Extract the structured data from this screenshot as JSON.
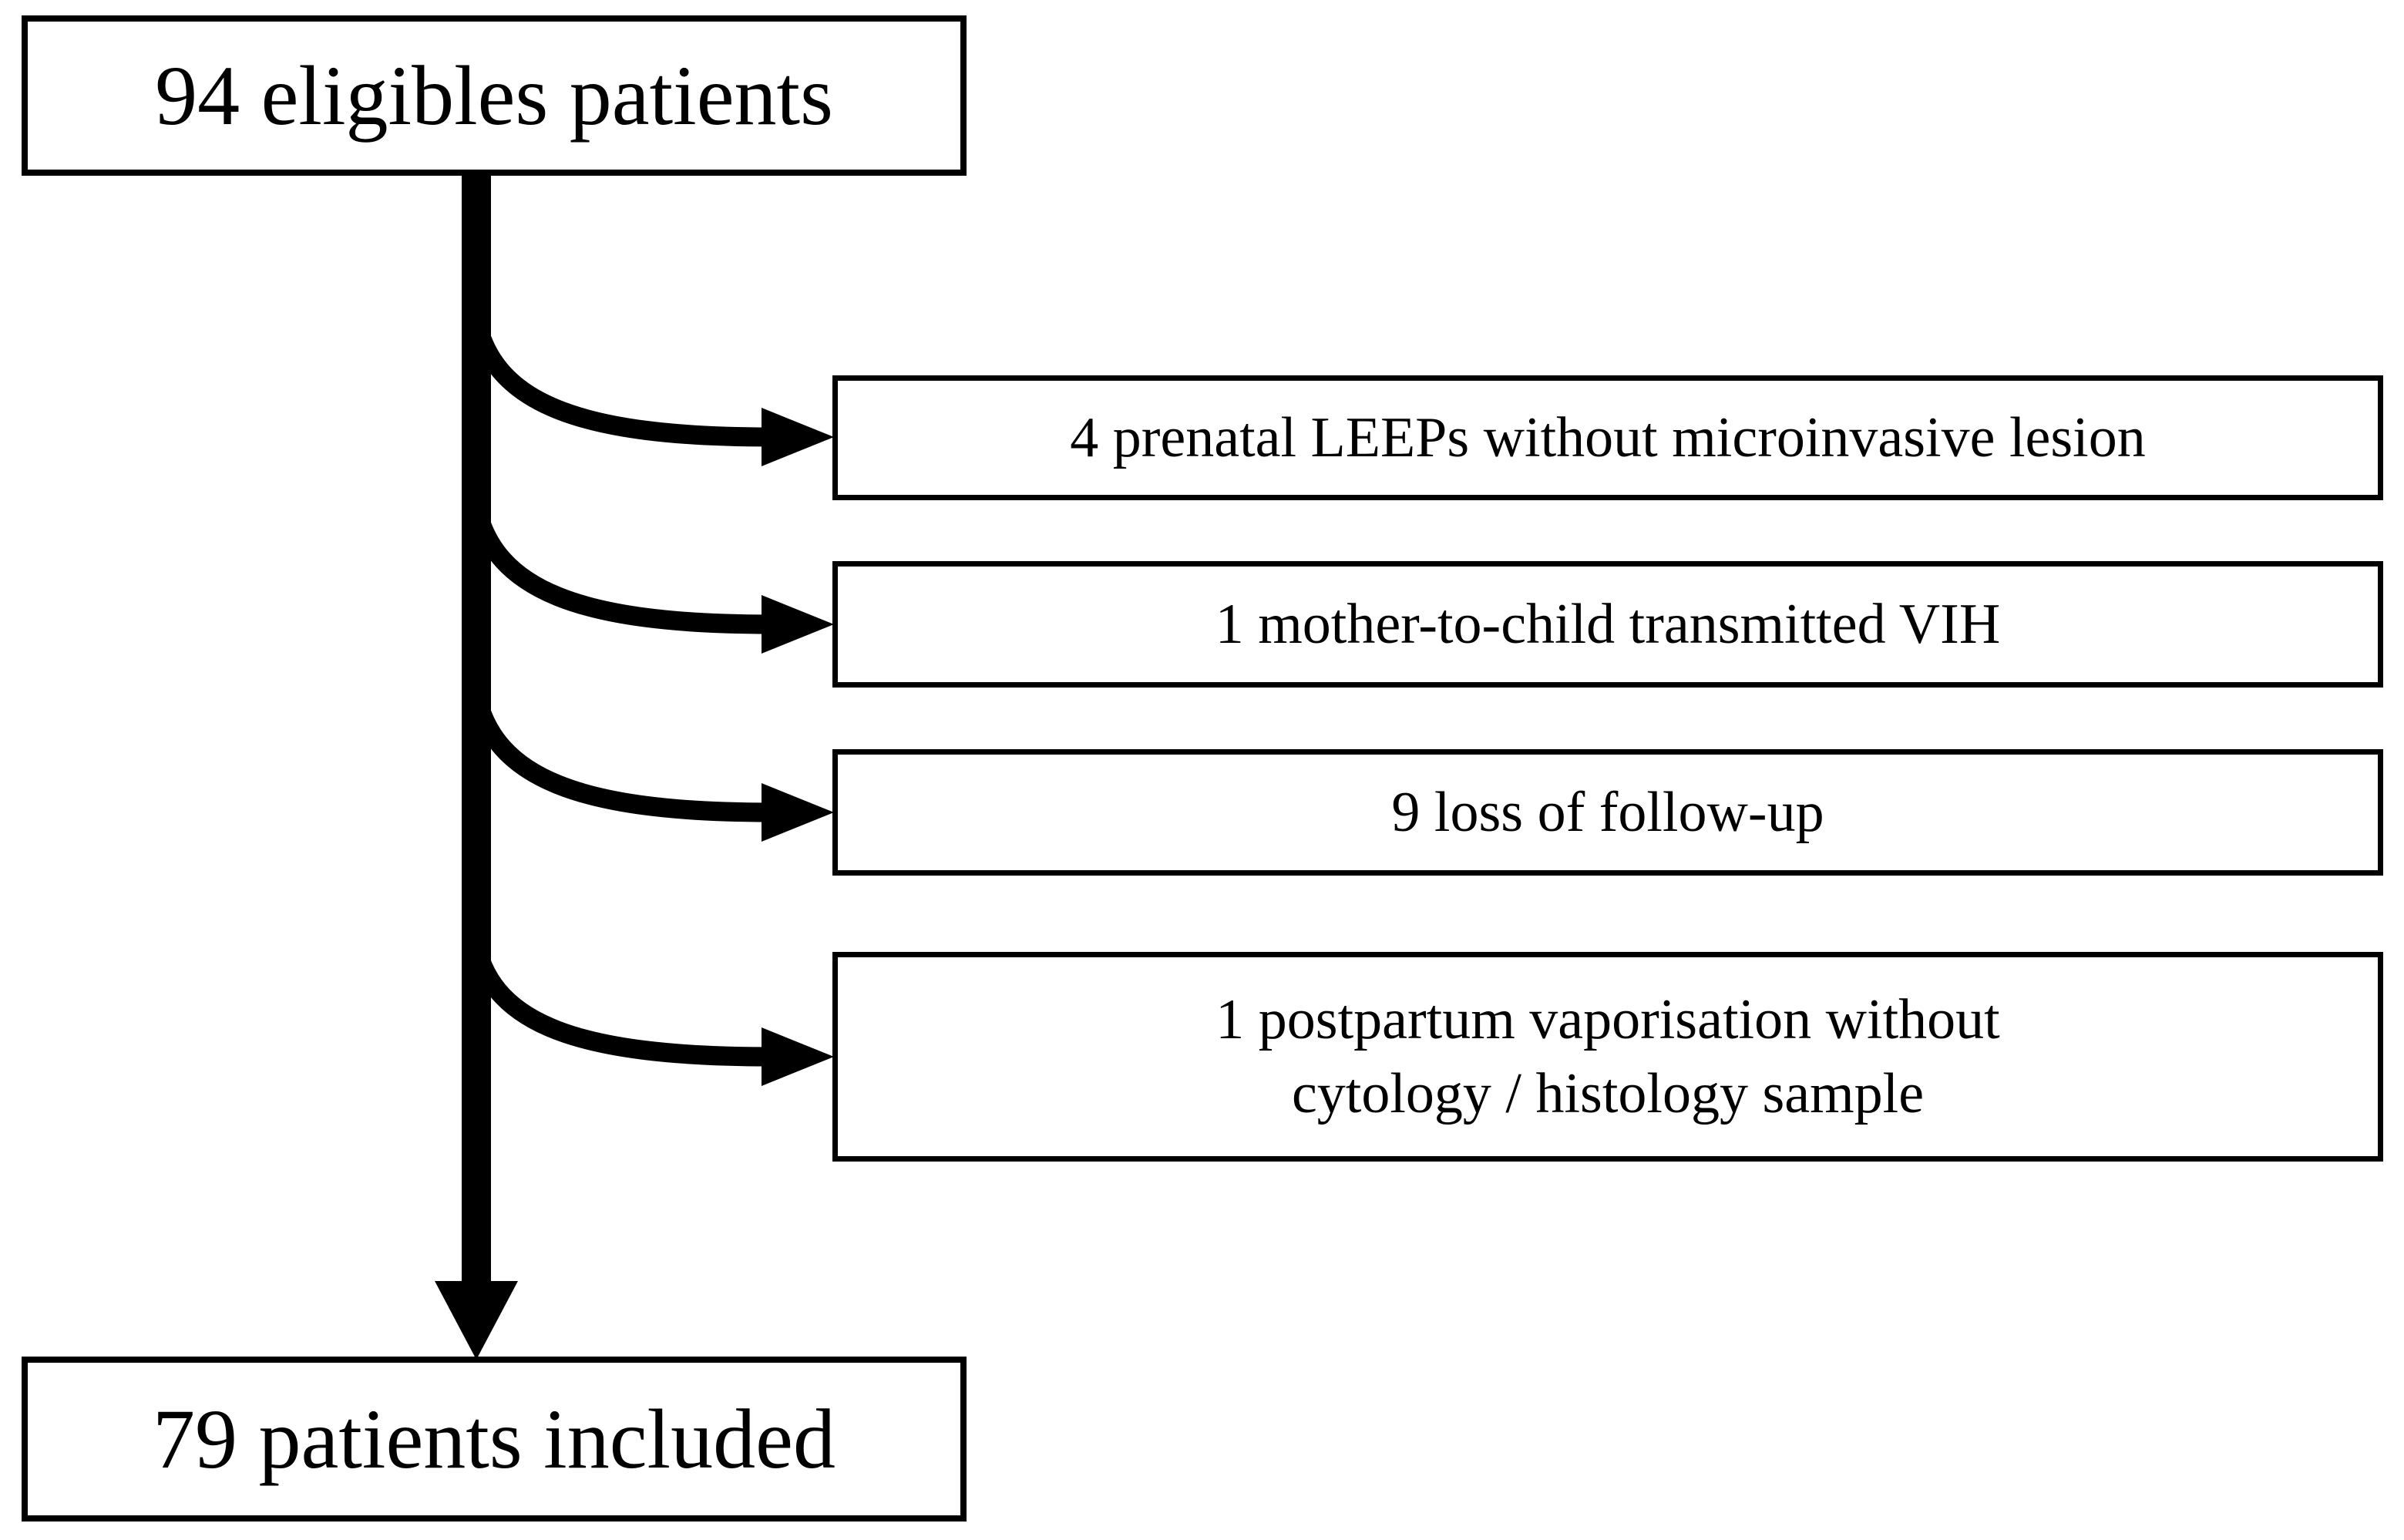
{
  "flow": {
    "start_box": {
      "label": "94 eligibles patients"
    },
    "end_box": {
      "label": "79 patients included"
    },
    "exclusions": [
      {
        "lines": [
          "4 prenatal LEEPs without microinvasive lesion"
        ]
      },
      {
        "lines": [
          "1 mother-to-child transmitted VIH"
        ]
      },
      {
        "lines": [
          "9 loss of follow-up"
        ]
      },
      {
        "lines": [
          "1 postpartum vaporisation without",
          "cytology / histology sample"
        ]
      }
    ],
    "colors": {
      "ink": "#000000",
      "background": "#ffffff"
    }
  }
}
